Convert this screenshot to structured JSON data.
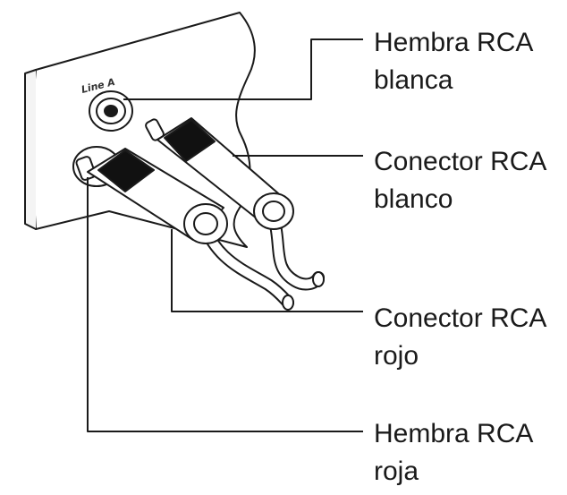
{
  "panel": {
    "jack_label": "Line A"
  },
  "callouts": [
    {
      "id": "hembra-blanca",
      "line1": "Hembra RCA",
      "line2": "blanca"
    },
    {
      "id": "conector-blanco",
      "line1": "Conector RCA",
      "line2": "blanco"
    },
    {
      "id": "conector-rojo",
      "line1": "Conector RCA",
      "line2": "rojo"
    },
    {
      "id": "hembra-roja",
      "line1": "Hembra RCA",
      "line2": "roja"
    }
  ],
  "colors": {
    "line": "#1a1a1a",
    "background": "#ffffff",
    "band": "#111111"
  }
}
